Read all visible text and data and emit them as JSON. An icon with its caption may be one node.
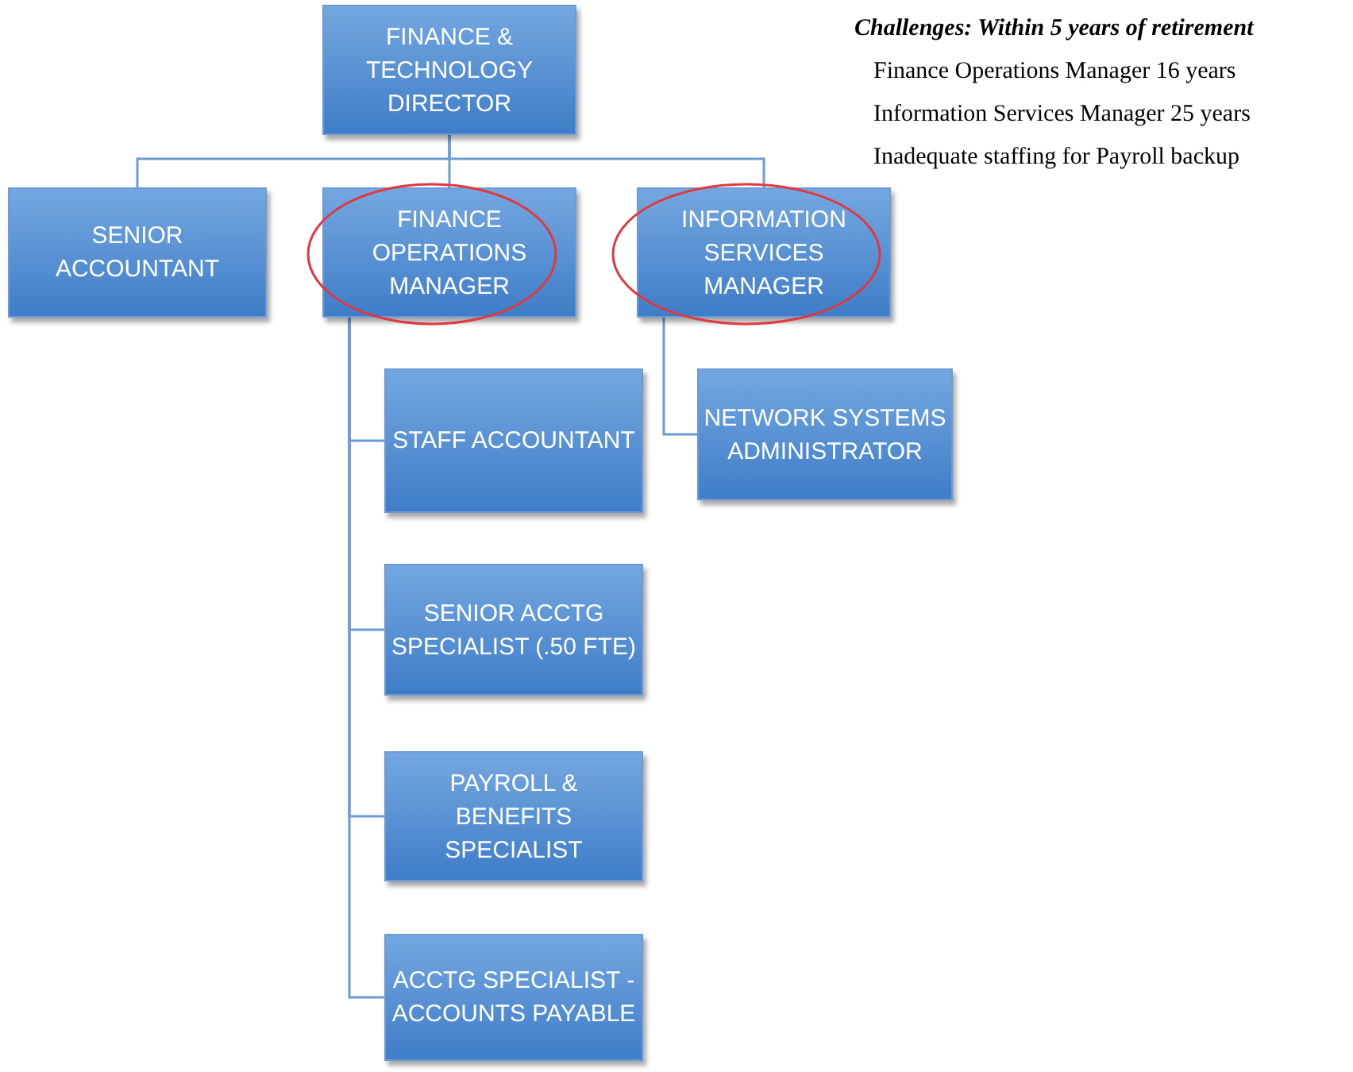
{
  "diagram": {
    "nodes": [
      {
        "text": [
          "FINANCE & TECHNOLOGY DIRECTOR"
        ]
      },
      {
        "text": [
          "SENIOR ACCOUNTANT"
        ]
      },
      {
        "text": [
          "FINANCE OPERATIONS MANAGER"
        ]
      },
      {
        "text": [
          "INFORMATION SERVICES MANAGER"
        ]
      },
      {
        "text": [
          "STAFF ACCOUNTANT"
        ]
      },
      {
        "text": [
          "NETWORK SYSTEMS ADMINISTRATOR"
        ]
      },
      {
        "text": [
          "SENIOR ACCTG SPECIALIST (.50 FTE)"
        ]
      },
      {
        "text": [
          "PAYROLL & BENEFITS SPECIALIST"
        ]
      },
      {
        "text": [
          "ACCTG SPECIALIST - ACCOUNTS PAYABLE"
        ]
      }
    ],
    "edges": [
      {
        "from": 0,
        "to": 1,
        "arrow": "none"
      },
      {
        "from": 0,
        "to": 2,
        "arrow": "none"
      },
      {
        "from": 0,
        "to": 3,
        "arrow": "none"
      },
      {
        "from": 2,
        "to": 4,
        "arrow": "none"
      },
      {
        "from": 2,
        "to": 6,
        "arrow": "none"
      },
      {
        "from": 2,
        "to": 7,
        "arrow": "none"
      },
      {
        "from": 2,
        "to": 8,
        "arrow": "none"
      },
      {
        "from": 3,
        "to": 5,
        "arrow": "none"
      }
    ],
    "labels": [
      "Challenges: Within 5 years of retirement",
      "Finance Operations Manager 16 years",
      "Information Services Manager 25 years",
      "Inadequate staffing for Payroll backup"
    ]
  }
}
